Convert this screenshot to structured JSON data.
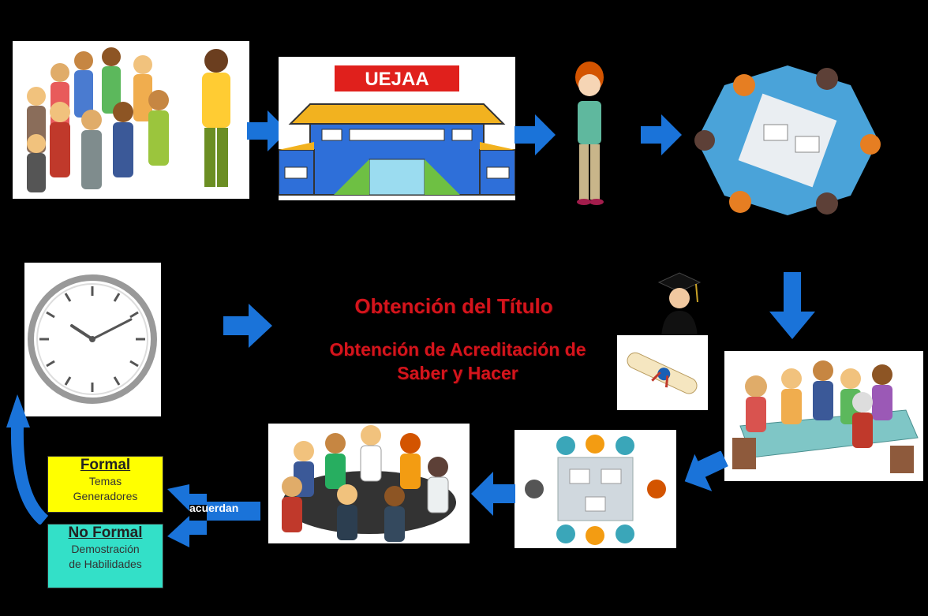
{
  "school_sign": "UEJAA",
  "center": {
    "title": "Obtención del Título",
    "subtitle_line1": "Obtención de Acreditación de",
    "subtitle_line2": "Saber y Hacer"
  },
  "boxes": {
    "formal": {
      "heading": "Formal",
      "line1": "Temas",
      "line2": "Generadores"
    },
    "no_formal": {
      "heading": "No Formal",
      "line1": "Demostración",
      "line2": "de Habilidades"
    }
  },
  "arrow_label": "acuerdan",
  "colors": {
    "background": "#000000",
    "arrow": "#1a73d9",
    "title": "#d4141c",
    "formal_box": "#ffff00",
    "no_formal_box": "#33e0c8",
    "sign": "#e0201c"
  },
  "icons": [
    "people-group-icon",
    "school-building-icon",
    "teacher-woman-icon",
    "round-table-meeting-icon",
    "graduate-icon",
    "diploma-scroll-icon",
    "clock-icon",
    "team-meeting-icon",
    "workshop-table-icon",
    "discussion-group-icon"
  ]
}
